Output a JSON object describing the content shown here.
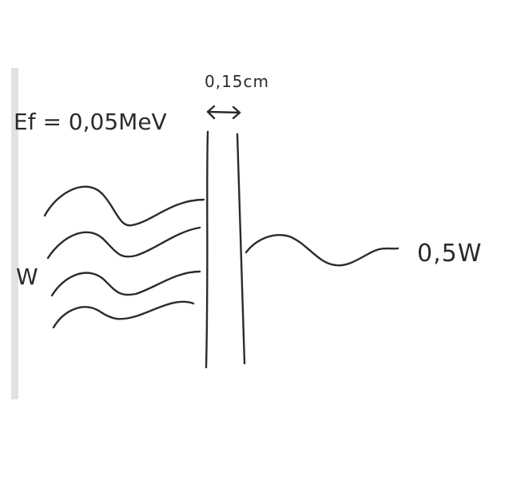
{
  "labels": {
    "thickness": "0,15cm",
    "energy": "Ef = 0,05MeV",
    "incident_power": "W",
    "transmitted_power": "0,5W"
  },
  "colors": {
    "ink": "#2b2b2b",
    "paper": "#ffffff",
    "paper_edge": "#e2e2e2"
  },
  "icons": {
    "thickness_indicator": "double-arrow-icon"
  }
}
